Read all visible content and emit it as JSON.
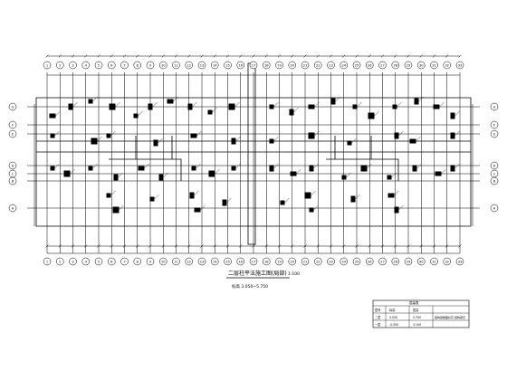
{
  "drawing": {
    "caption": "二层柱平法施工图(局部)",
    "scale": "1:100",
    "elev_note": "标高 3.050~5.750"
  },
  "axes": {
    "top": [
      "1",
      "2",
      "3",
      "4",
      "5",
      "6",
      "7",
      "8",
      "9",
      "10",
      "11",
      "12",
      "13",
      "14",
      "15",
      "16",
      "17",
      "18",
      "19",
      "20",
      "21",
      "22",
      "23",
      "24",
      "25",
      "26",
      "27",
      "28",
      "29",
      "30",
      "31",
      "32",
      "33"
    ],
    "bottom": [
      "1",
      "2",
      "3",
      "4",
      "5",
      "6",
      "7",
      "8",
      "9",
      "10",
      "11",
      "12",
      "13",
      "14",
      "15",
      "16",
      "17",
      "18",
      "19",
      "20",
      "21",
      "22",
      "23",
      "24",
      "25",
      "26",
      "27",
      "28",
      "29",
      "30",
      "31",
      "32",
      "33"
    ],
    "left": [
      "G",
      "F",
      "E",
      "D",
      "C",
      "B",
      "A"
    ],
    "right": [
      "G",
      "F",
      "E",
      "D",
      "C",
      "B",
      "A"
    ]
  },
  "title_block": {
    "header": "层高表",
    "rows": [
      [
        "层号",
        "标高",
        "层高"
      ],
      [
        "二层",
        "3.050",
        "2.700"
      ],
      [
        "一层",
        "-0.050",
        "3.100"
      ]
    ],
    "footer": "结构层楼面标高 结构层高"
  }
}
